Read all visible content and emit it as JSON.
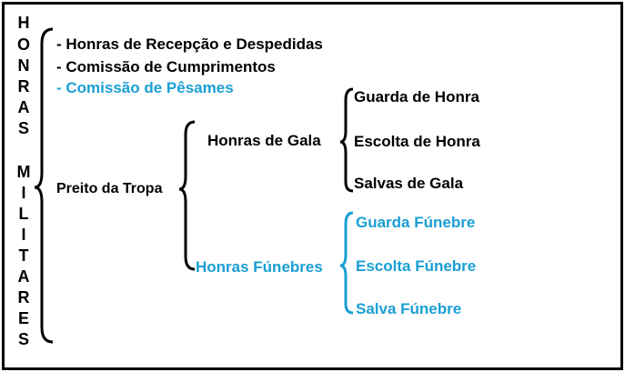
{
  "colors": {
    "black": "#000000",
    "blue": "#1a9fd4"
  },
  "vertical_title": {
    "word1": [
      "H",
      "O",
      "N",
      "R",
      "A",
      "S"
    ],
    "word2": [
      "M",
      "I",
      "L",
      "I",
      "T",
      "A",
      "R",
      "E",
      "S"
    ]
  },
  "top_items": [
    {
      "text": "- Honras de Recepção e Despedidas",
      "color": "black"
    },
    {
      "text": "- Comissão de Cumprimentos",
      "color": "black"
    },
    {
      "text": "- Comissão de Pêsames",
      "color": "blue"
    }
  ],
  "preito": "Preito da Tropa",
  "gala": {
    "label": "Honras de Gala",
    "items": [
      "Guarda de Honra",
      "Escolta de Honra",
      "Salvas de Gala"
    ]
  },
  "funebres": {
    "label": "Honras Fúnebres",
    "items": [
      "Guarda Fúnebre",
      "Escolta Fúnebre",
      "Salva Fúnebre"
    ]
  }
}
